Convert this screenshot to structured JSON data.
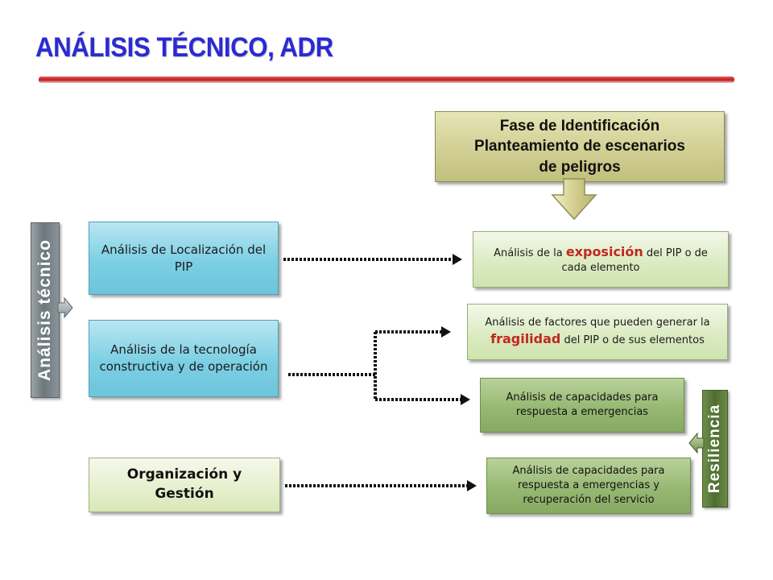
{
  "header": {
    "title": "ANÁLISIS TÉCNICO, ADR"
  },
  "phase": {
    "line1": "Fase de Identificación",
    "line2": "Planteamiento de escenarios",
    "line3": "de peligros"
  },
  "side_labels": {
    "left": "Análisis técnico",
    "right": "Resiliencia"
  },
  "left_boxes": {
    "localizacion": "Análisis de Localización del PIP",
    "tecnologia": "Análisis de la tecnología constructiva y de operación",
    "organizacion": "Organización y Gestión"
  },
  "right_boxes": {
    "exposicion": {
      "pre": "Análisis de la ",
      "em": "exposición",
      "post": " del PIP o de cada elemento"
    },
    "fragilidad": {
      "pre": "Análisis de factores que pueden generar la ",
      "em": "fragilidad",
      "post": " del PIP o de sus elementos"
    },
    "capacidades": "Análisis de capacidades para respuesta a emergencias",
    "recuperacion": "Análisis de capacidades para respuesta a emergencias y recuperación del servicio"
  },
  "colors": {
    "title": "#2b2ad4",
    "rule": "#b81f1f",
    "emphasis": "#c0281f",
    "connector": "#111111"
  }
}
